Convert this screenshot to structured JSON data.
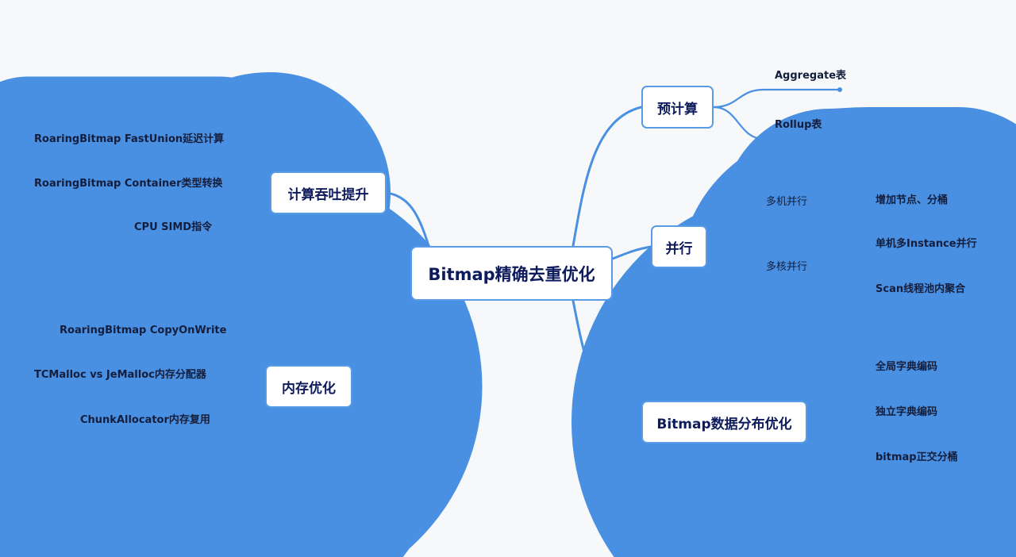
{
  "colors": {
    "line": "#4a90e2",
    "node_border": "#5a9be6",
    "node_text": "#0d1b5c",
    "background": "#f7f8fa"
  },
  "root": {
    "label": "Bitmap精确去重优化"
  },
  "right": {
    "precompute": {
      "label": "预计算",
      "leaves": [
        "Aggregate表",
        "Rollup表"
      ]
    },
    "parallel": {
      "label": "并行",
      "multi_machine": {
        "label": "多机并行",
        "leaves": [
          "增加节点、分桶"
        ]
      },
      "multi_core": {
        "label": "多核并行",
        "leaves": [
          "单机多Instance并行",
          "Scan线程池内聚合"
        ]
      }
    },
    "distribution": {
      "label": "Bitmap数据分布优化",
      "leaves": [
        "全局字典编码",
        "独立字典编码",
        "bitmap正交分桶"
      ]
    }
  },
  "left": {
    "throughput": {
      "label": "计算吞吐提升",
      "leaves": [
        "RoaringBitmap FastUnion延迟计算",
        "RoaringBitmap Container类型转换",
        "CPU SIMD指令"
      ]
    },
    "memory": {
      "label": "内存优化",
      "leaves": [
        "RoaringBitmap CopyOnWrite",
        "TCMalloc vs JeMalloc内存分配器",
        "ChunkAllocator内存复用"
      ]
    }
  }
}
